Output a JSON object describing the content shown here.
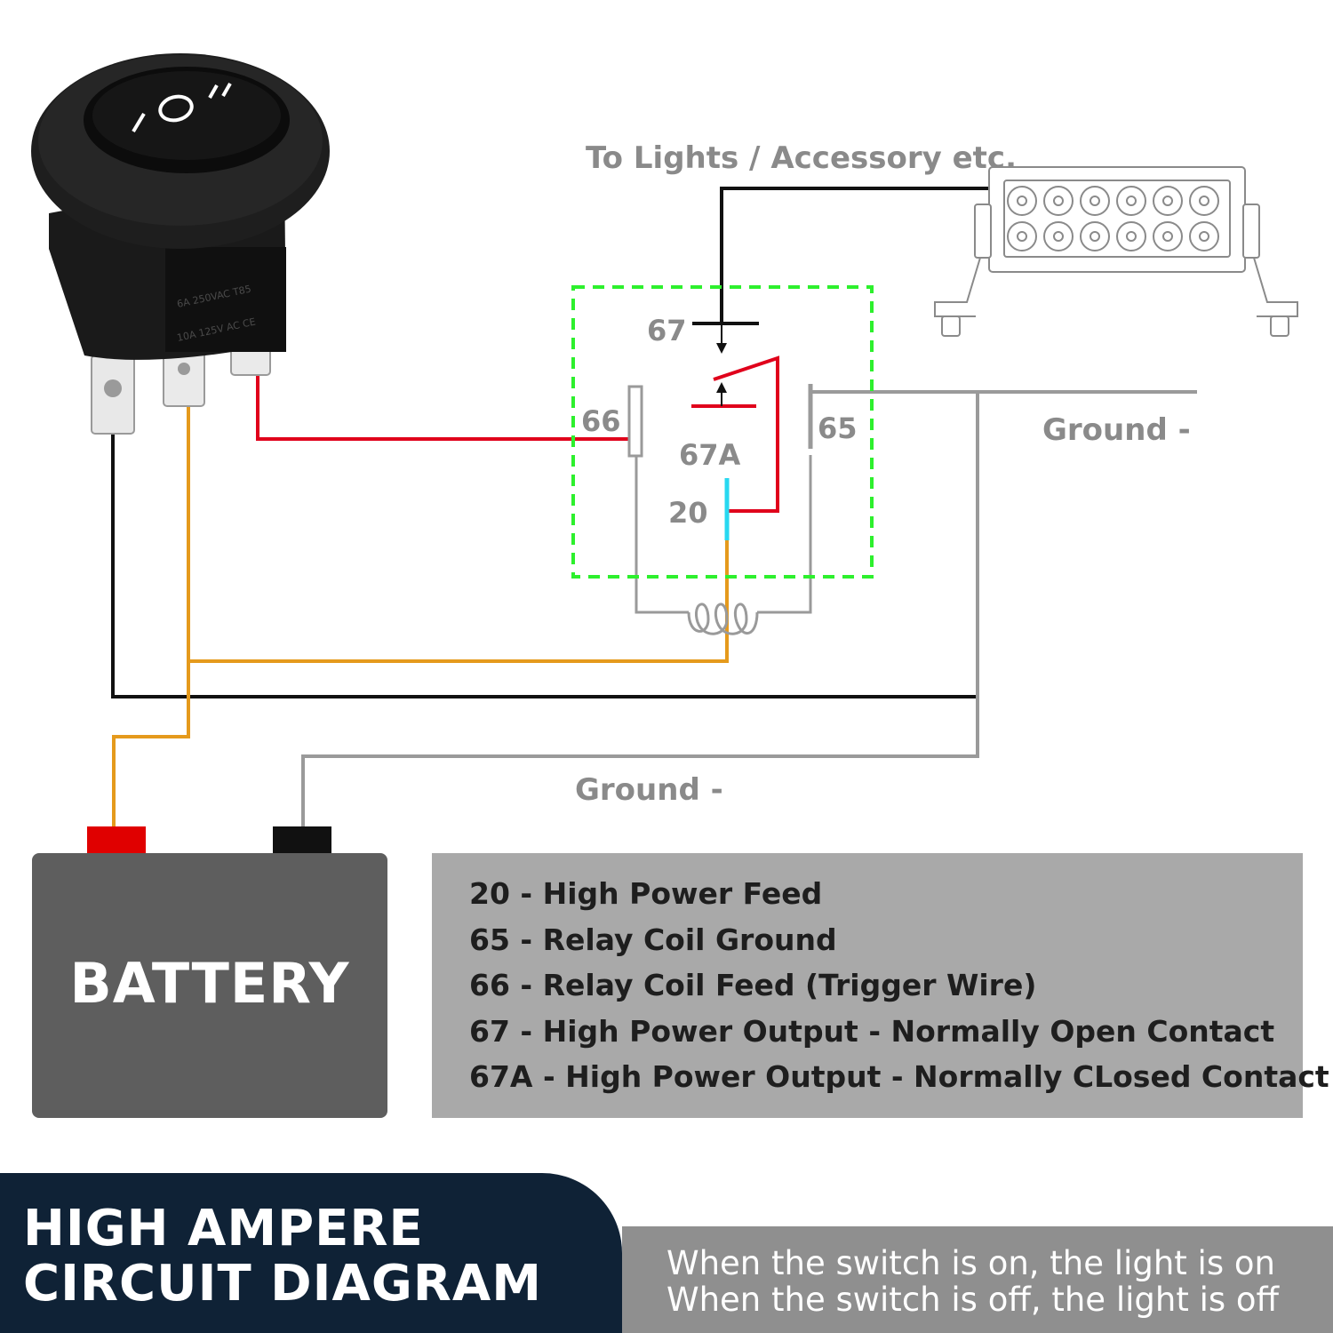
{
  "labels": {
    "to_lights": "To Lights / Accessory etc.",
    "ground_right": "Ground -",
    "ground_bottom": "Ground -",
    "pin_67": "67",
    "pin_66": "66",
    "pin_65": "65",
    "pin_67a": "67A",
    "pin_20": "20",
    "battery": "BATTERY"
  },
  "legend": {
    "items": [
      "20 - High Power Feed",
      "65 - Relay Coil Ground",
      "66 - Relay Coil Feed (Trigger Wire)",
      "67 - High Power Output - Normally Open Contact",
      "67A - High Power Output - Normally CLosed Contact"
    ]
  },
  "title": {
    "line1": "HIGH AMPERE",
    "line2": "CIRCUIT DIAGRAM"
  },
  "note": {
    "line1": "When the switch is on, the light is on",
    "line2": "When the switch is off, the light is off"
  },
  "switch": {
    "positions_label": "I O II",
    "rating_1": "6A 250VAC T85",
    "rating_2": "10A 125V AC CE"
  },
  "colors": {
    "wire_black": "#111111",
    "wire_red": "#e0001b",
    "wire_orange": "#e59a1c",
    "wire_gray": "#9a9a9a",
    "wire_cyan": "#28d8f0",
    "relay_box": "#2df02d",
    "battery_body": "#5e5e5e",
    "terminal_positive": "#e00000",
    "terminal_negative": "#111111",
    "legend_bg": "#a9a9a9",
    "title_bg": "#0f2236",
    "note_bg": "#8f8f8f"
  },
  "icons": [
    "rocker-switch-icon",
    "led-light-bar-icon",
    "relay-coil-icon",
    "battery-icon"
  ]
}
